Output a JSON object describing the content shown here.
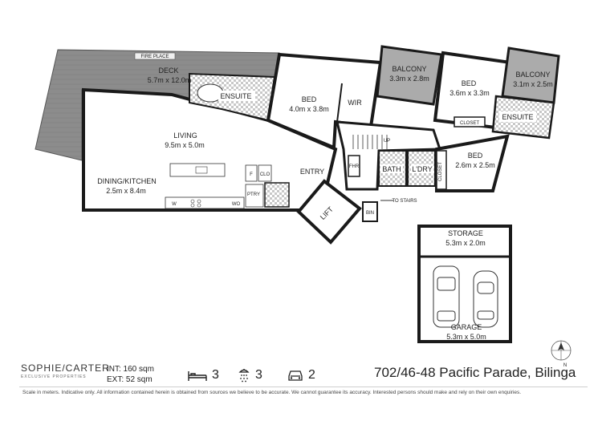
{
  "rooms": {
    "fireplace": "FIRE PLACE",
    "deck": {
      "name": "DECK",
      "size": "5.7m x 12.0m"
    },
    "bed1": {
      "name": "BED",
      "size": "4.0m x 3.8m"
    },
    "ensuite1": "ENSUITE",
    "wir": "WIR",
    "balcony1": {
      "name": "BALCONY",
      "size": "3.3m x 2.8m"
    },
    "bed2": {
      "name": "BED",
      "size": "3.6m x 3.3m"
    },
    "closet1": "CLOSET",
    "balcony2": {
      "name": "BALCONY",
      "size": "3.1m x 2.5m"
    },
    "ensuite2": "ENSUITE",
    "living": {
      "name": "LIVING",
      "size": "9.5m x 5.0m"
    },
    "dining": {
      "name": "DINING/KITCHEN",
      "size": "2.5m x 8.4m"
    },
    "entry": "ENTRY",
    "up": "UP",
    "fhr": "FHR",
    "bath": "BATH",
    "ldry": "L'DRY",
    "closet2": "CLOSET",
    "bed3": {
      "name": "BED",
      "size": "2.6m x 2.5m"
    },
    "lift": "LIFT",
    "bin": "BIN",
    "to_stairs": "TO STAIRS",
    "f": "F",
    "clo": "CLO",
    "ptry": "PTRY",
    "w": "W",
    "wo": "WO",
    "storage": {
      "name": "STORAGE",
      "size": "5.3m x 2.0m"
    },
    "garage": {
      "name": "GARAGE",
      "size": "5.3m x 5.0m"
    },
    "north": "N"
  },
  "footer": {
    "brand_line1": "SOPHIE/CARTER",
    "brand_line2": "EXCLUSIVE PROPERTIES",
    "int_area": "INT: 160 sqm",
    "ext_area": "EXT: 52 sqm",
    "beds": "3",
    "baths": "3",
    "cars": "2",
    "address": "702/46-48 Pacific Parade, Bilinga",
    "disclaimer": "Scale in meters. Indicative only. All information contained herein is obtained from sources we believe to be accurate. We cannot guarantee its accuracy. Interested persons should make and rely on their own enquiries."
  },
  "icons": [
    "bed-icon",
    "shower-icon",
    "car-icon",
    "north-compass-icon"
  ],
  "colors": {
    "deck": "#8a8a8a",
    "balcony": "#a9a9a9",
    "wall": "#1a1a1a",
    "tile": "#cfcfcf"
  }
}
